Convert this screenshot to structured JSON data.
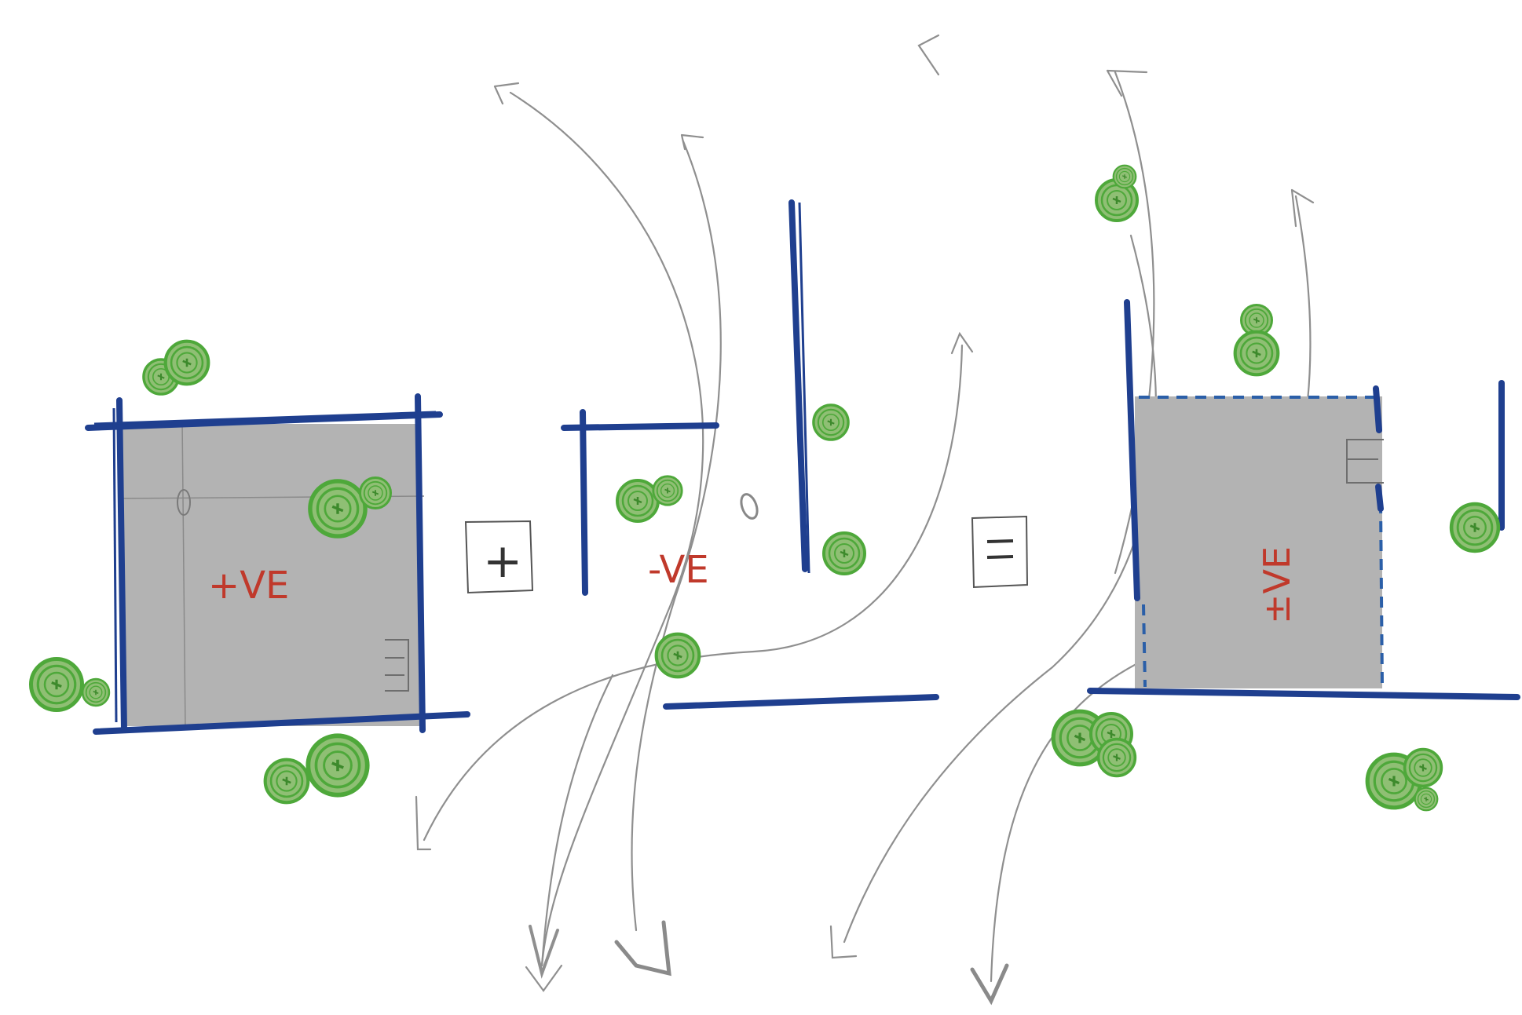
{
  "labels": {
    "positive": "+VE",
    "negative": "-VE",
    "combined": "±VE",
    "plus_sign": "+",
    "equals_sign": "="
  },
  "colors": {
    "wall_blue": "#1f3f8f",
    "label_red": "#c0392b",
    "tree_green": "#4ea83a",
    "space_grey": "#b3b3b3",
    "flow_grey": "#8f8f8f"
  },
  "icons": [
    "tree-icon",
    "arrow-icon",
    "door-icon"
  ]
}
